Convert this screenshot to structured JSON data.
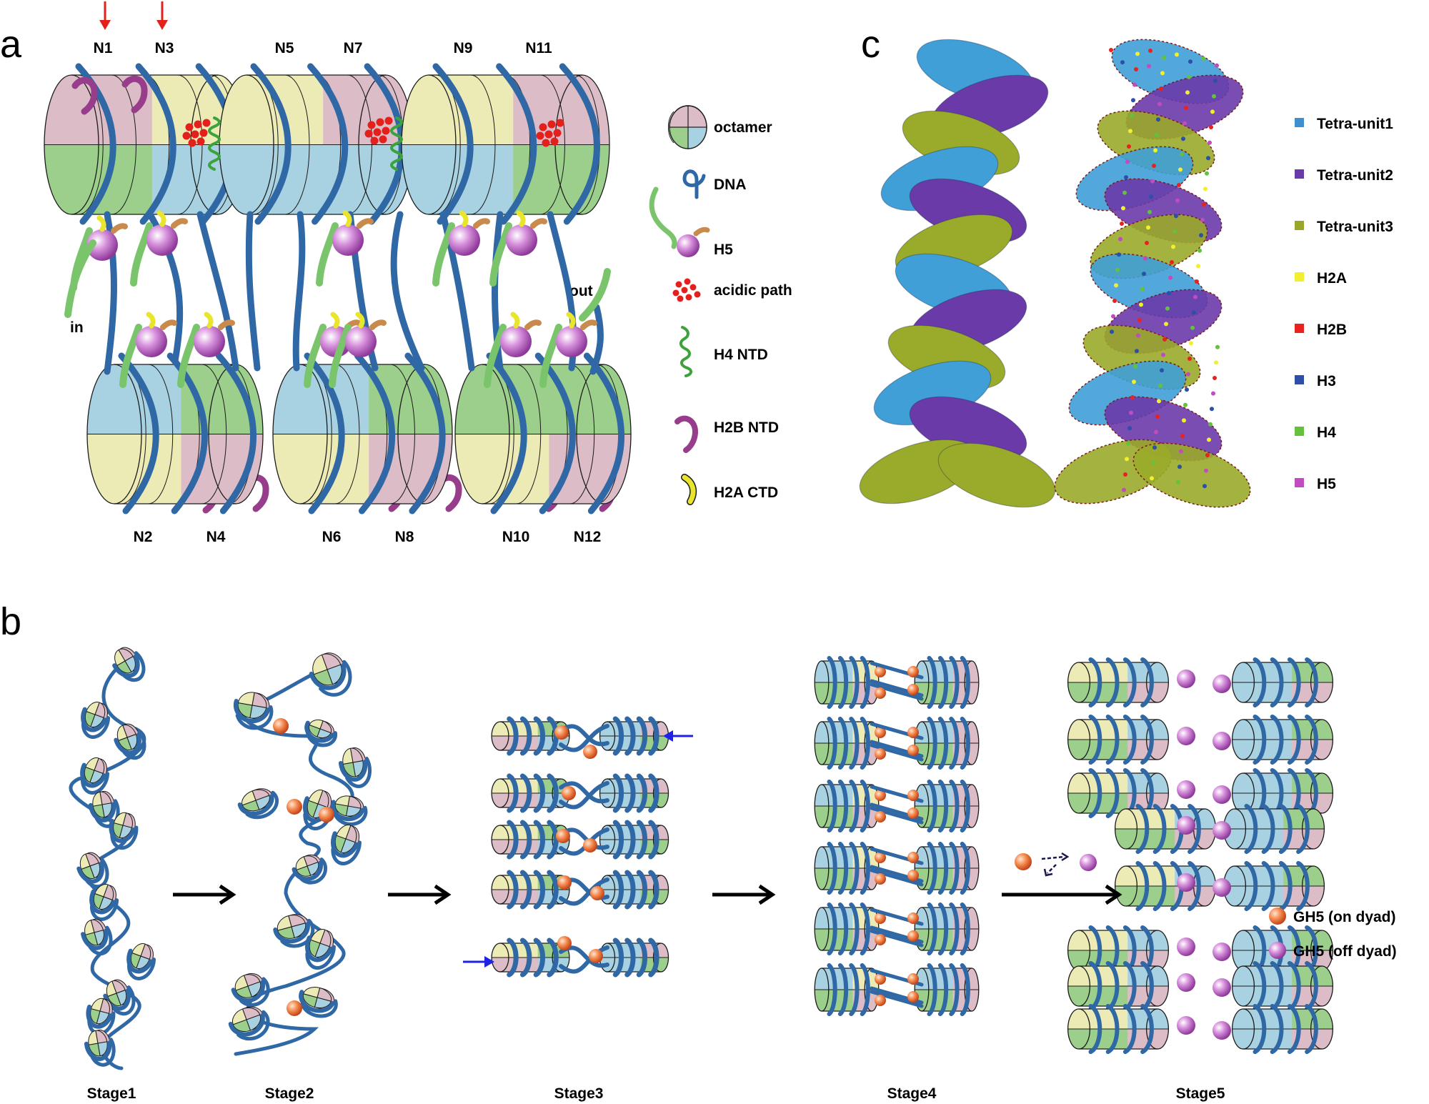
{
  "panels": {
    "a": "a",
    "b": "b",
    "c": "c"
  },
  "panel_a": {
    "top_labels": [
      "N1",
      "N3",
      "N5",
      "N7",
      "N9",
      "N11"
    ],
    "bottom_labels": [
      "N2",
      "N4",
      "N6",
      "N8",
      "N10",
      "N12"
    ],
    "in_label": "in",
    "out_label": "out",
    "legend": [
      "octamer",
      "DNA",
      "H5",
      "acidic path",
      "H4 NTD",
      "H2B NTD",
      "H2A CTD"
    ]
  },
  "panel_b": {
    "stages": [
      "Stage1",
      "Stage2",
      "Stage3",
      "Stage4",
      "Stage5"
    ],
    "legend": [
      "GH5 (on dyad)",
      "GH5 (off dyad)"
    ]
  },
  "panel_c": {
    "legend": [
      {
        "label": "Tetra-unit1",
        "color": "#3f8fcf"
      },
      {
        "label": "Tetra-unit2",
        "color": "#6a3aa8"
      },
      {
        "label": "Tetra-unit3",
        "color": "#9aa52a"
      },
      {
        "label": "H2A",
        "color": "#f2ef2e"
      },
      {
        "label": "H2B",
        "color": "#e8231f"
      },
      {
        "label": "H3",
        "color": "#2c4fa8"
      },
      {
        "label": "H4",
        "color": "#63c13c"
      },
      {
        "label": "H5",
        "color": "#c04cbf"
      }
    ]
  },
  "colors": {
    "pink": "#dcbcc6",
    "yellow": "#ecebb6",
    "green": "#9bcf8b",
    "blue": "#a8d2e2",
    "dna": "#2f68a5",
    "h5": "#c77fd0",
    "acidic": "#e3201b",
    "h4ntd": "#3ca23c",
    "h2bntd": "#983c8c",
    "h2actd": "#e8e52c",
    "ongh5": "#f07a3e"
  }
}
